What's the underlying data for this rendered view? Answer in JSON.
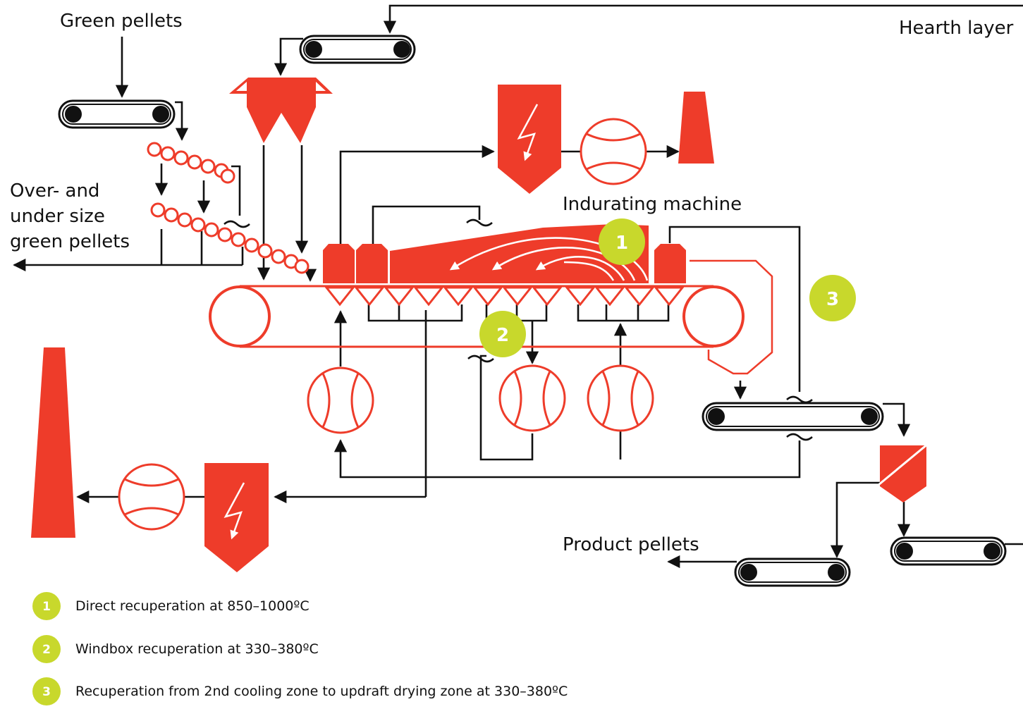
{
  "labels": {
    "green_pellets": "Green pellets",
    "hearth_layer": "Hearth layer",
    "oversize_line1": "Over- and",
    "oversize_line2": "under size",
    "oversize_line3": "green pellets",
    "indurating_machine": "Indurating machine",
    "product_pellets": "Product pellets"
  },
  "badges": [
    {
      "num": "1"
    },
    {
      "num": "2"
    },
    {
      "num": "3"
    }
  ],
  "legend": [
    {
      "num": "1",
      "text": "Direct recuperation at 850–1000ºC"
    },
    {
      "num": "2",
      "text": "Windbox recuperation at 330–380ºC"
    },
    {
      "num": "3",
      "text": "Recuperation from 2nd cooling zone to updraft drying zone at 330–380ºC"
    }
  ],
  "colors": {
    "equipment_red": "#ee3c2a",
    "badge_green": "#c8d82c",
    "line_black": "#111111"
  }
}
